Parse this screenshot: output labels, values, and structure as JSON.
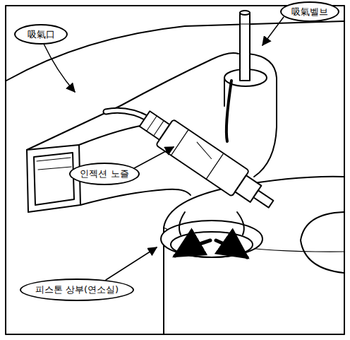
{
  "diagram": {
    "nodes": [
      {
        "text": [
          "吸氣벨브"
        ]
      },
      {
        "text": [
          "吸氣口"
        ]
      },
      {
        "text": [
          "인젝션 노즐"
        ]
      },
      {
        "text": [
          "피스톤 상부(연소실)"
        ]
      }
    ]
  }
}
